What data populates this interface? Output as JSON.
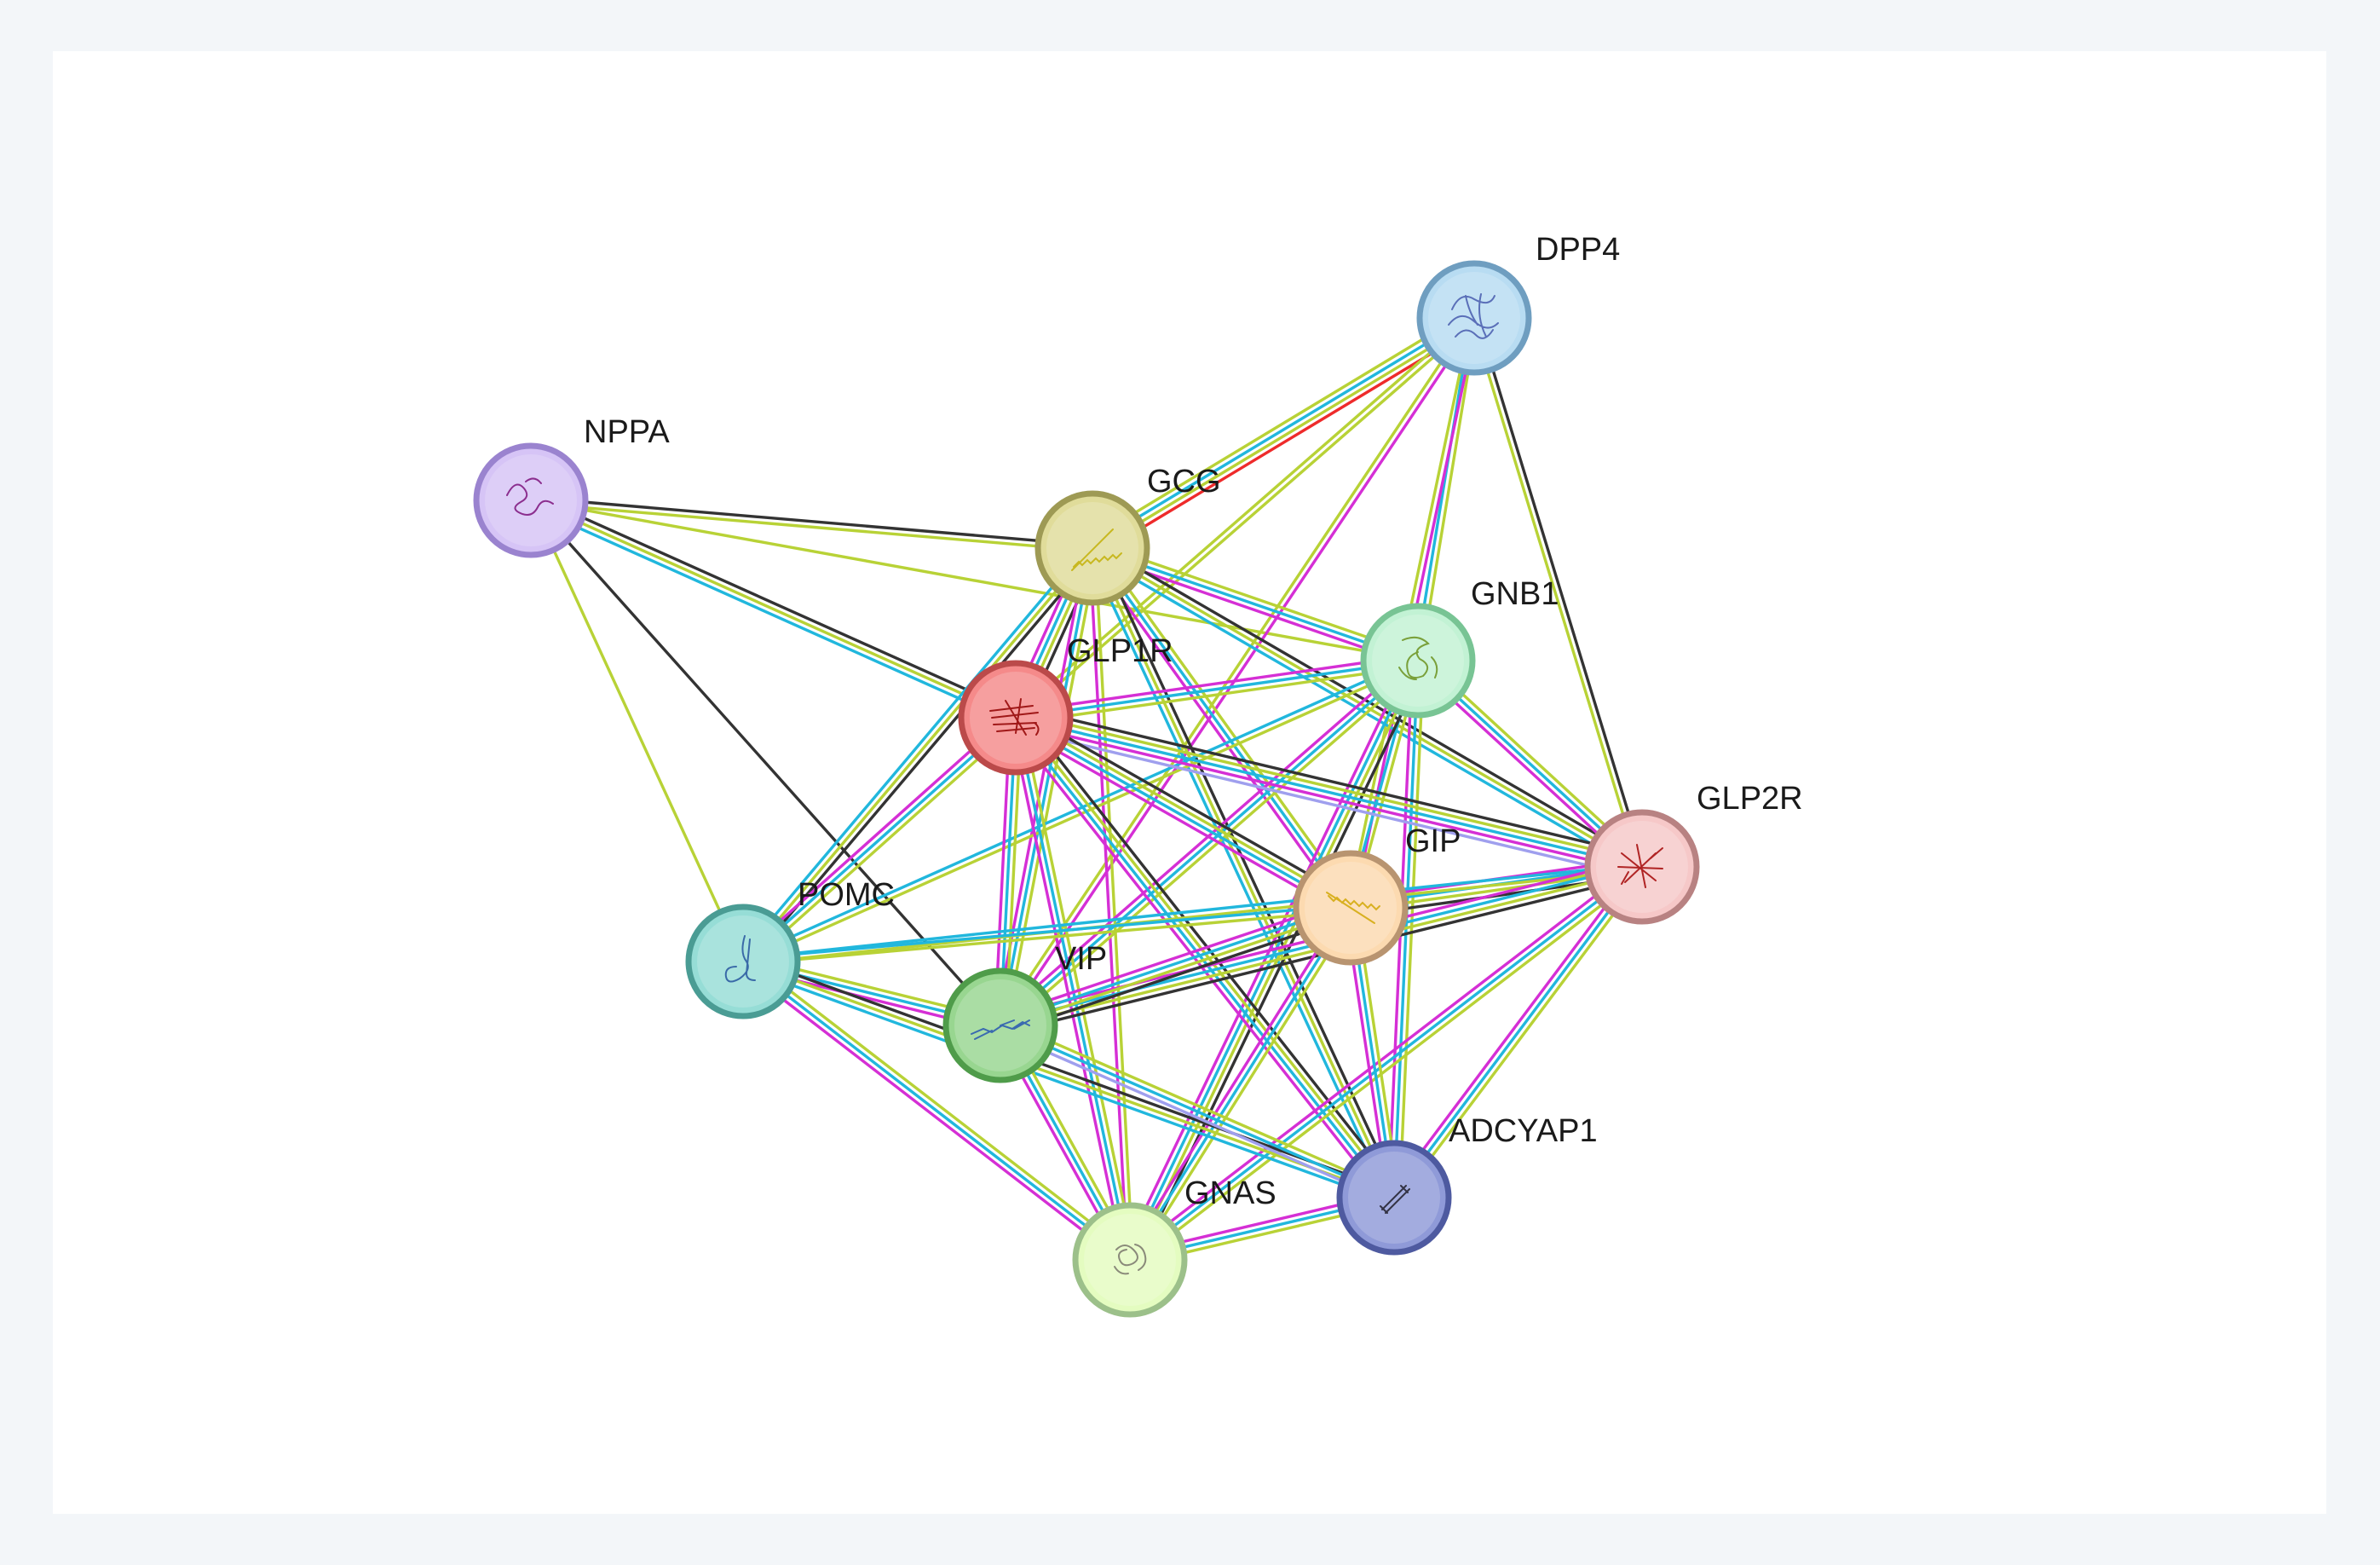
{
  "network": {
    "evidence_colors": {
      "black": "#333333",
      "green": "#b8d236",
      "cyan": "#21b7dd",
      "magenta": "#d52fd5",
      "red": "#ee2b2b",
      "lavender": "#9f9fee"
    },
    "nodes": [
      {
        "id": "DPP4",
        "label": "DPP4",
        "fill": "#b8dcf2",
        "stroke": "#6f9ec0",
        "icon": "dpp4-structure-icon",
        "structure_color": "#5a6fb8"
      },
      {
        "id": "NPPA",
        "label": "NPPA",
        "fill": "#d6c4f6",
        "stroke": "#9a83cf",
        "icon": "nppa-structure-icon",
        "structure_color": "#8b2e8e"
      },
      {
        "id": "GCG",
        "label": "GCG",
        "fill": "#e0dc9a",
        "stroke": "#9e9a54",
        "icon": "gcg-structure-icon",
        "structure_color": "#c8b820"
      },
      {
        "id": "GNB1",
        "label": "GNB1",
        "fill": "#c2f2d4",
        "stroke": "#78c494",
        "icon": "gnb1-structure-icon",
        "structure_color": "#7aa03a"
      },
      {
        "id": "GLP1R",
        "label": "GLP1R",
        "fill": "#f58a8a",
        "stroke": "#bb4a4a",
        "icon": "glp1r-structure-icon",
        "structure_color": "#a01818"
      },
      {
        "id": "GLP2R",
        "label": "GLP2R",
        "fill": "#f6c8c8",
        "stroke": "#b88282",
        "icon": "glp2r-structure-icon",
        "structure_color": "#b02424"
      },
      {
        "id": "GIP",
        "label": "GIP",
        "fill": "#fcdab0",
        "stroke": "#b89470",
        "icon": "gip-structure-icon",
        "structure_color": "#d8b020"
      },
      {
        "id": "POMC",
        "label": "POMC",
        "fill": "#96ddd6",
        "stroke": "#4a9c94",
        "icon": "pomc-structure-icon",
        "structure_color": "#3a6aa8"
      },
      {
        "id": "VIP",
        "label": "VIP",
        "fill": "#98d690",
        "stroke": "#4f9c4a",
        "icon": "vip-structure-icon",
        "structure_color": "#3a6ab0"
      },
      {
        "id": "ADCYAP1",
        "label": "ADCYAP1",
        "fill": "#8f9ad8",
        "stroke": "#4e5aa0",
        "icon": "adcyap1-structure-icon",
        "structure_color": "#333344"
      },
      {
        "id": "GNAS",
        "label": "GNAS",
        "fill": "#e4fcc0",
        "stroke": "#9cc08a",
        "icon": "gnas-structure-icon",
        "structure_color": "#8a8a7a"
      }
    ],
    "edges": [
      {
        "source": "NPPA",
        "target": "GCG",
        "evidence": [
          "black",
          "green"
        ]
      },
      {
        "source": "NPPA",
        "target": "GLP1R",
        "evidence": [
          "black",
          "green",
          "cyan"
        ]
      },
      {
        "source": "NPPA",
        "target": "POMC",
        "evidence": [
          "green"
        ]
      },
      {
        "source": "NPPA",
        "target": "VIP",
        "evidence": [
          "black"
        ]
      },
      {
        "source": "NPPA",
        "target": "GNB1",
        "evidence": [
          "green"
        ]
      },
      {
        "source": "DPP4",
        "target": "GCG",
        "evidence": [
          "red",
          "green",
          "cyan",
          "green"
        ]
      },
      {
        "source": "DPP4",
        "target": "GLP1R",
        "evidence": [
          "green",
          "green"
        ]
      },
      {
        "source": "DPP4",
        "target": "GNB1",
        "evidence": [
          "green",
          "cyan"
        ]
      },
      {
        "source": "DPP4",
        "target": "GLP2R",
        "evidence": [
          "black",
          "green"
        ]
      },
      {
        "source": "DPP4",
        "target": "GIP",
        "evidence": [
          "magenta",
          "green"
        ]
      },
      {
        "source": "DPP4",
        "target": "VIP",
        "evidence": [
          "magenta",
          "green"
        ]
      },
      {
        "source": "GCG",
        "target": "GLP1R",
        "evidence": [
          "black",
          "green",
          "cyan",
          "magenta"
        ]
      },
      {
        "source": "GCG",
        "target": "GNB1",
        "evidence": [
          "green",
          "cyan",
          "magenta"
        ]
      },
      {
        "source": "GCG",
        "target": "GLP2R",
        "evidence": [
          "black",
          "green",
          "cyan"
        ]
      },
      {
        "source": "GCG",
        "target": "GIP",
        "evidence": [
          "green",
          "cyan",
          "magenta"
        ]
      },
      {
        "source": "GCG",
        "target": "POMC",
        "evidence": [
          "black",
          "green",
          "cyan"
        ]
      },
      {
        "source": "GCG",
        "target": "VIP",
        "evidence": [
          "green",
          "cyan",
          "magenta"
        ]
      },
      {
        "source": "GCG",
        "target": "ADCYAP1",
        "evidence": [
          "black",
          "green",
          "cyan"
        ]
      },
      {
        "source": "GCG",
        "target": "GNAS",
        "evidence": [
          "green",
          "magenta"
        ]
      },
      {
        "source": "GNB1",
        "target": "GLP1R",
        "evidence": [
          "green",
          "cyan",
          "magenta"
        ]
      },
      {
        "source": "GNB1",
        "target": "GLP2R",
        "evidence": [
          "green",
          "cyan",
          "magenta"
        ]
      },
      {
        "source": "GNB1",
        "target": "GIP",
        "evidence": [
          "green",
          "cyan"
        ]
      },
      {
        "source": "GNB1",
        "target": "POMC",
        "evidence": [
          "green",
          "cyan"
        ]
      },
      {
        "source": "GNB1",
        "target": "VIP",
        "evidence": [
          "green",
          "cyan",
          "magenta"
        ]
      },
      {
        "source": "GNB1",
        "target": "ADCYAP1",
        "evidence": [
          "green",
          "cyan",
          "magenta"
        ]
      },
      {
        "source": "GNB1",
        "target": "GNAS",
        "evidence": [
          "black",
          "green",
          "cyan",
          "magenta"
        ]
      },
      {
        "source": "GLP1R",
        "target": "GLP2R",
        "evidence": [
          "black",
          "green",
          "cyan",
          "magenta",
          "lavender"
        ]
      },
      {
        "source": "GLP1R",
        "target": "GIP",
        "evidence": [
          "black",
          "green",
          "cyan",
          "magenta"
        ]
      },
      {
        "source": "GLP1R",
        "target": "POMC",
        "evidence": [
          "green",
          "cyan",
          "magenta"
        ]
      },
      {
        "source": "GLP1R",
        "target": "VIP",
        "evidence": [
          "green",
          "cyan",
          "magenta"
        ]
      },
      {
        "source": "GLP1R",
        "target": "ADCYAP1",
        "evidence": [
          "black",
          "green",
          "cyan",
          "magenta"
        ]
      },
      {
        "source": "GLP1R",
        "target": "GNAS",
        "evidence": [
          "green",
          "cyan",
          "magenta"
        ]
      },
      {
        "source": "GLP2R",
        "target": "GIP",
        "evidence": [
          "black",
          "green",
          "cyan",
          "magenta"
        ]
      },
      {
        "source": "GLP2R",
        "target": "POMC",
        "evidence": [
          "green",
          "cyan"
        ]
      },
      {
        "source": "GLP2R",
        "target": "VIP",
        "evidence": [
          "black",
          "green",
          "cyan",
          "magenta"
        ]
      },
      {
        "source": "GLP2R",
        "target": "ADCYAP1",
        "evidence": [
          "green",
          "cyan",
          "magenta"
        ]
      },
      {
        "source": "GLP2R",
        "target": "GNAS",
        "evidence": [
          "green",
          "cyan",
          "magenta"
        ]
      },
      {
        "source": "GIP",
        "target": "POMC",
        "evidence": [
          "green",
          "cyan"
        ]
      },
      {
        "source": "GIP",
        "target": "VIP",
        "evidence": [
          "black",
          "green",
          "cyan",
          "magenta"
        ]
      },
      {
        "source": "GIP",
        "target": "ADCYAP1",
        "evidence": [
          "green",
          "cyan",
          "magenta"
        ]
      },
      {
        "source": "GIP",
        "target": "GNAS",
        "evidence": [
          "green",
          "cyan",
          "magenta"
        ]
      },
      {
        "source": "POMC",
        "target": "VIP",
        "evidence": [
          "green",
          "cyan",
          "magenta"
        ]
      },
      {
        "source": "POMC",
        "target": "ADCYAP1",
        "evidence": [
          "black",
          "green",
          "cyan"
        ]
      },
      {
        "source": "POMC",
        "target": "GNAS",
        "evidence": [
          "green",
          "cyan",
          "magenta"
        ]
      },
      {
        "source": "VIP",
        "target": "ADCYAP1",
        "evidence": [
          "green",
          "cyan",
          "lavender"
        ]
      },
      {
        "source": "VIP",
        "target": "GNAS",
        "evidence": [
          "green",
          "cyan",
          "magenta"
        ]
      },
      {
        "source": "ADCYAP1",
        "target": "GNAS",
        "evidence": [
          "green",
          "cyan",
          "magenta"
        ]
      }
    ]
  }
}
